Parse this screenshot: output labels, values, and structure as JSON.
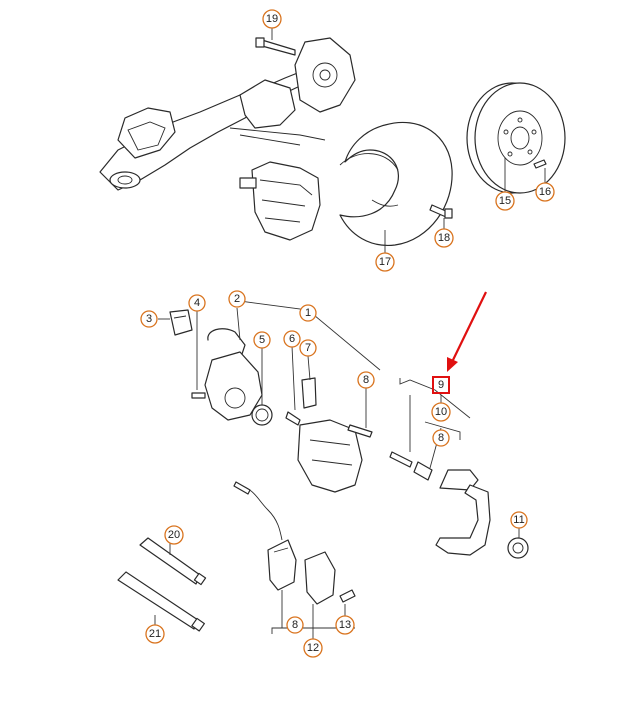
{
  "diagram": {
    "callouts": [
      {
        "id": "c19",
        "label": "19"
      },
      {
        "id": "c15",
        "label": "15"
      },
      {
        "id": "c16",
        "label": "16"
      },
      {
        "id": "c17",
        "label": "17"
      },
      {
        "id": "c18",
        "label": "18"
      },
      {
        "id": "c1",
        "label": "1"
      },
      {
        "id": "c2",
        "label": "2"
      },
      {
        "id": "c3",
        "label": "3"
      },
      {
        "id": "c4",
        "label": "4"
      },
      {
        "id": "c5",
        "label": "5"
      },
      {
        "id": "c6",
        "label": "6"
      },
      {
        "id": "c7",
        "label": "7"
      },
      {
        "id": "c8a",
        "label": "8"
      },
      {
        "id": "c9",
        "label": "9"
      },
      {
        "id": "c10",
        "label": "10"
      },
      {
        "id": "c8b",
        "label": "8"
      },
      {
        "id": "c11",
        "label": "11"
      },
      {
        "id": "c20",
        "label": "20"
      },
      {
        "id": "c21",
        "label": "21"
      },
      {
        "id": "c8c",
        "label": "8"
      },
      {
        "id": "c12",
        "label": "12"
      },
      {
        "id": "c13",
        "label": "13"
      }
    ],
    "highlight": {
      "label": "9",
      "color": "#e01010"
    },
    "accent_color": "#d9741f"
  }
}
